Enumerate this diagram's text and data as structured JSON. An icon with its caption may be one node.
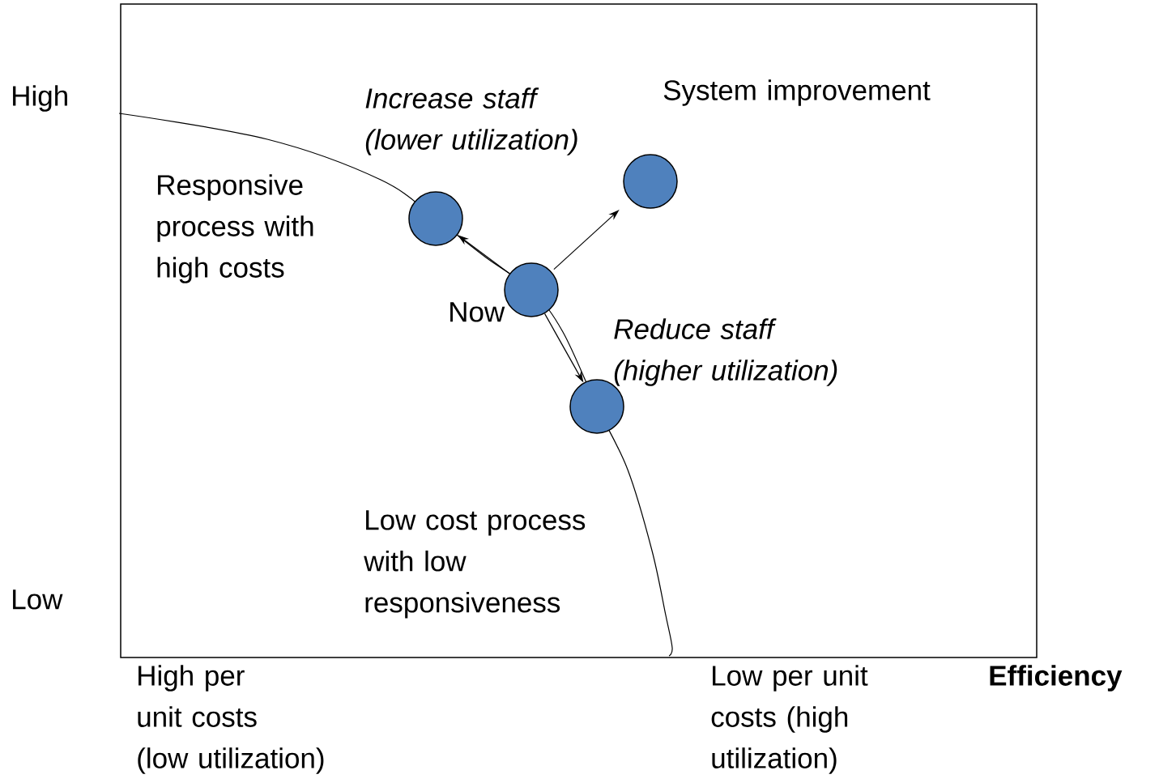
{
  "diagram": {
    "nodes": [
      {
        "text": [],
        "shape": "circle"
      },
      {
        "text": [],
        "shape": "circle",
        "beside": [
          "System improvement"
        ]
      },
      {
        "text": [],
        "shape": "circle",
        "beside": [
          "Now"
        ]
      },
      {
        "text": [],
        "shape": "circle",
        "beside": [
          "Reduce staff (higher utilization)"
        ]
      }
    ],
    "edges": [
      {
        "from": 2,
        "to": 0,
        "arrow": "to"
      },
      {
        "from": 2,
        "to": 1,
        "arrow": "to"
      },
      {
        "from": 2,
        "to": 3,
        "arrow": "to"
      }
    ],
    "labels": [
      "High",
      "Increase staff (lower utilization)",
      "Responsive process with high costs",
      "Low cost process with low responsiveness",
      "Low",
      "High per unit costs (low utilization)",
      "Low per unit costs (high utilization)",
      "Efficiency"
    ]
  }
}
